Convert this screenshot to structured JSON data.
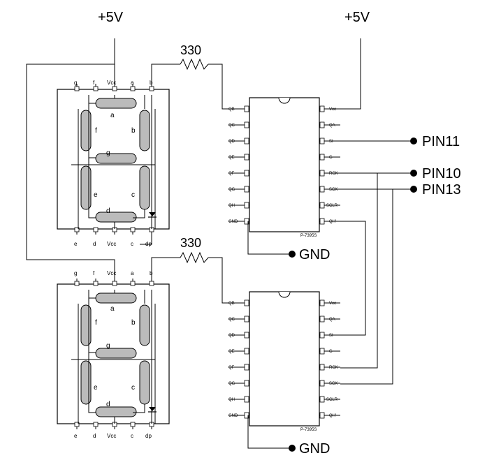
{
  "power": {
    "vcc_left": "+5V",
    "vcc_right": "+5V"
  },
  "resistors": {
    "upper": "330",
    "lower": "330"
  },
  "mcu_pins": {
    "pin11": "PIN11",
    "pin10": "PIN10",
    "pin13": "PIN13"
  },
  "ground": {
    "upper": "GND",
    "lower": "GND"
  },
  "shift_register": {
    "left_pins": [
      "QB",
      "QC",
      "QD",
      "QE",
      "QF",
      "QG",
      "QH",
      "GND"
    ],
    "right_pins": [
      "Vcc",
      "QA",
      "SI",
      "G",
      "RCK",
      "SCK",
      "SCLR",
      "QH'"
    ],
    "part_label": "P-7395S"
  },
  "display": {
    "top_pins": [
      "g",
      "f",
      "Vcc",
      "a",
      "b"
    ],
    "bottom_pins": [
      "e",
      "d",
      "Vcc",
      "c",
      "dp"
    ],
    "segments": [
      "a",
      "b",
      "c",
      "d",
      "e",
      "f",
      "g"
    ]
  }
}
